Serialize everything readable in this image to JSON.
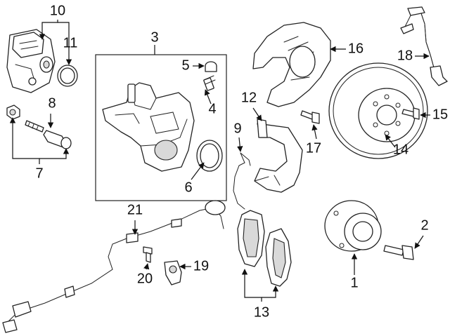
{
  "callouts": [
    "1",
    "2",
    "3",
    "4",
    "5",
    "6",
    "7",
    "8",
    "9",
    "10",
    "11",
    "12",
    "13",
    "14",
    "15",
    "16",
    "17",
    "18",
    "19",
    "20",
    "21"
  ],
  "colors": {
    "line": "#222222",
    "background": "#ffffff",
    "shade": "#d9d9d9"
  }
}
